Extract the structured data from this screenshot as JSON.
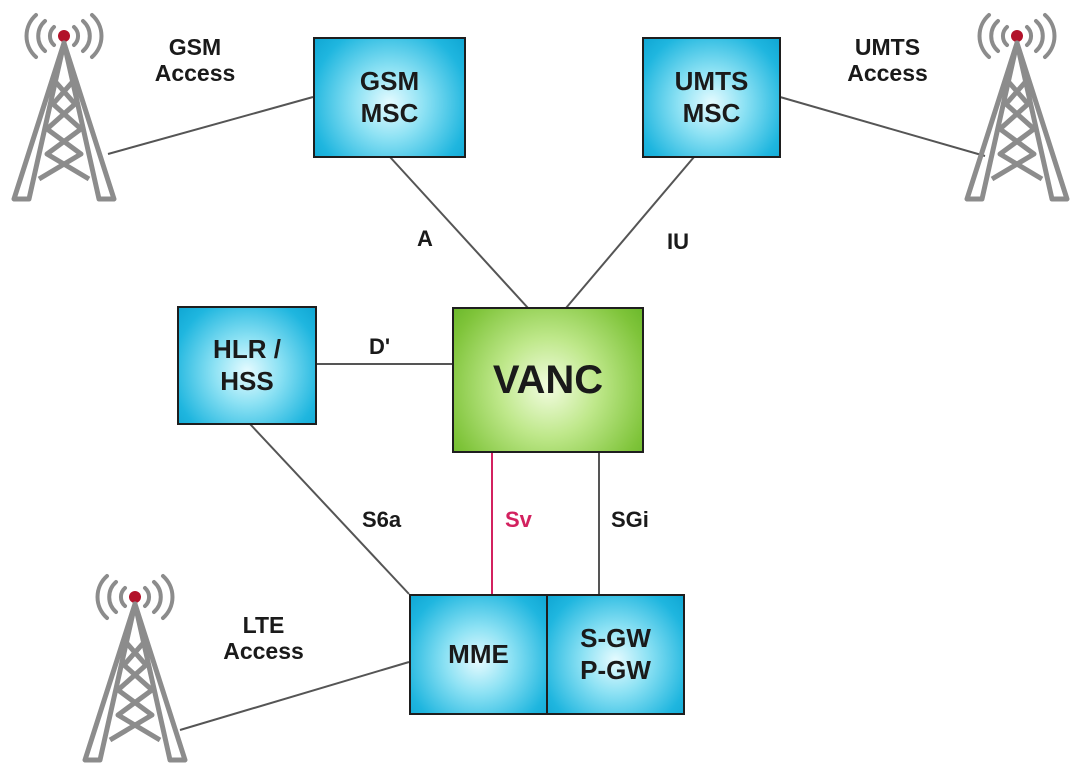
{
  "nodes": {
    "gsm_msc": {
      "label": "GSM\nMSC"
    },
    "umts_msc": {
      "label": "UMTS\nMSC"
    },
    "hlr_hss": {
      "label": "HLR /\nHSS"
    },
    "vanc": {
      "label": "VANC"
    },
    "mme": {
      "label": "MME"
    },
    "sgw_pgw": {
      "label": "S-GW\nP-GW"
    }
  },
  "access": {
    "gsm": "GSM\nAccess",
    "umts": "UMTS\nAccess",
    "lte": "LTE\nAccess"
  },
  "interfaces": {
    "a": "A",
    "iu": "IU",
    "d_prime": "D'",
    "s6a": "S6a",
    "sv": "Sv",
    "sgi": "SGi"
  },
  "colors": {
    "box_blue": "#1fb6df",
    "box_green": "#7fc43a",
    "sv_link": "#d3215f",
    "tower": "#8c8c8c",
    "tower_signal": "#b2122a"
  },
  "icons": {
    "tower": "radio-tower-icon"
  }
}
